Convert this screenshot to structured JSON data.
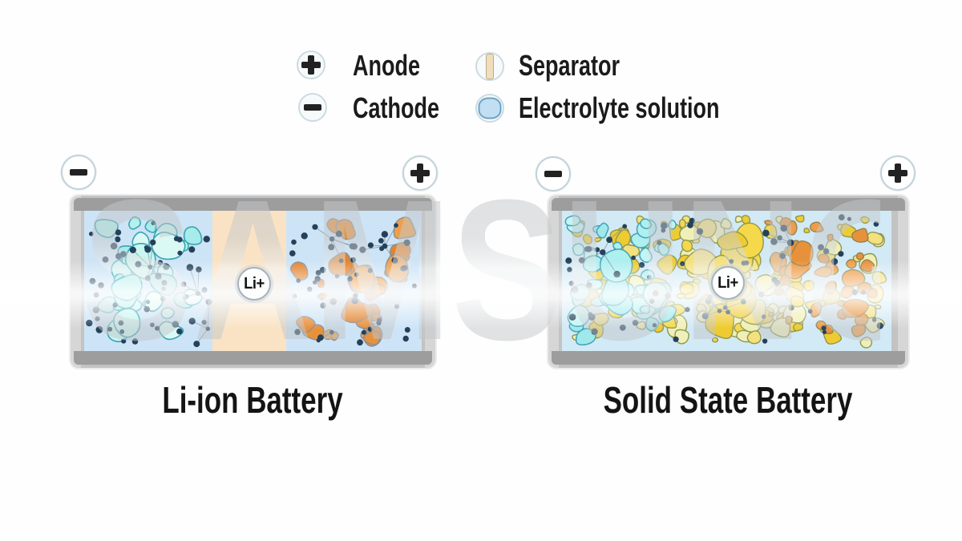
{
  "legend": {
    "items": [
      {
        "id": "anode",
        "symbol": "+",
        "label": "Anode"
      },
      {
        "id": "cathode",
        "symbol": "−",
        "label": "Cathode"
      },
      {
        "id": "separator",
        "symbol": "separator-bar",
        "label": "Separator"
      },
      {
        "id": "electrolyte",
        "symbol": "electrolyte-drop",
        "label": "Electrolyte solution"
      }
    ]
  },
  "batteries": [
    {
      "name": "Li-ion Battery",
      "ion_label": "Li+",
      "negative_terminal": "−",
      "positive_terminal": "+"
    },
    {
      "name": "Solid State Battery",
      "ion_label": "Li+",
      "negative_terminal": "−",
      "positive_terminal": "+"
    }
  ],
  "watermark": "SAMSUNG",
  "palette": {
    "electrolyte_bg_left": "#cde4f6",
    "electrolyte_bg_right": "#d2e9f6",
    "separator_band": "#fae3c4",
    "anode_particle_fills": [
      "#b4f1ec",
      "#c9f6f1",
      "#a5ecea",
      "#dbf9f4"
    ],
    "anode_particle_stroke": "#3aa3b3",
    "cathode_particle_fills": [
      "#e8913c",
      "#ef9f4b",
      "#e2842f"
    ],
    "cathode_particle_stroke": "#8d9096",
    "solid_electrolyte_fills": [
      "#f6d84b",
      "#eecb30",
      "#f4e07d",
      "#eff0b8"
    ],
    "solid_electrolyte_stroke": "#8f974e",
    "cyan_fills_right": [
      "#aeeff0",
      "#c3f5f4",
      "#9fe9ec"
    ],
    "cyan_stroke_right": "#44a3b4",
    "orange_fills_right": [
      "#e8913c",
      "#ee9d49"
    ],
    "orange_stroke_right": "#8f8452",
    "ion_dot": "#25415a",
    "dot_link_line": "#7b91a2",
    "frame_gray": "#c3c3c3",
    "frame_bar_gray": "#9d9d9d"
  }
}
